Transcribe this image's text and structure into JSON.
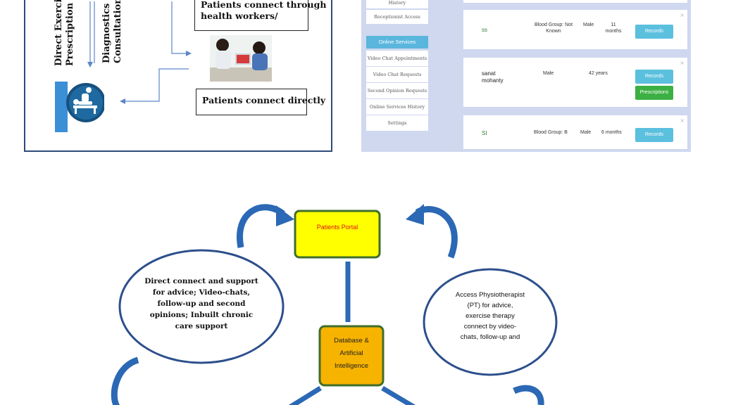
{
  "flow": {
    "vertical_left": "Direct Exercise\nPrescription to",
    "vertical_mid": "Diagnostics & V\nConsultations f",
    "box_health_workers": "Patients connect through\nhealth workers/",
    "box_direct": "Patients connect directly",
    "icons": [
      "clinician-photo",
      "physiotherapy-icon"
    ]
  },
  "app": {
    "sidebar_top": [
      "History",
      "Receptionist Access"
    ],
    "online_header": "Online Services",
    "online_items": [
      "Video Chat Appointments",
      "Video Chat Requests",
      "Second Opinion Requests",
      "Online Services History",
      "Settings"
    ],
    "patients": [
      {
        "name": "ss",
        "blood": "Blood Group: Not Known",
        "gender": "Male",
        "age": "11 months",
        "buttons": [
          "Records"
        ]
      },
      {
        "name": "sanat mohanty",
        "blood": "",
        "gender": "Male",
        "age": "42 years",
        "buttons": [
          "Records",
          "Prescriptions"
        ]
      },
      {
        "name": "SI",
        "blood": "Blood Group: B",
        "gender": "Male",
        "age": "6 months",
        "buttons": [
          "Records"
        ]
      }
    ],
    "close_glyph": "×",
    "colors": {
      "panel": "#cfd8ef",
      "accent": "#5bc0de",
      "green": "#3cb043"
    }
  },
  "concept": {
    "portal": "Patients Portal",
    "database": "Database &\nArtificial\nIntelligence",
    "left_bubble": "Direct connect and support\nfor advice; Video-chats,\nfollow-up and second\nopinions; Inbuilt chronic\ncare support",
    "right_bubble": "Access Physiotherapist\n(PT) for advice,\nexercise therapy\nconnect by video-\nchats, follow-up and",
    "colors": {
      "portal_fill": "#ffff00",
      "portal_border": "#3f6e2a",
      "db_fill": "#f6b300",
      "ring": "#2d4f8c",
      "arrow": "#2b68b5"
    }
  }
}
